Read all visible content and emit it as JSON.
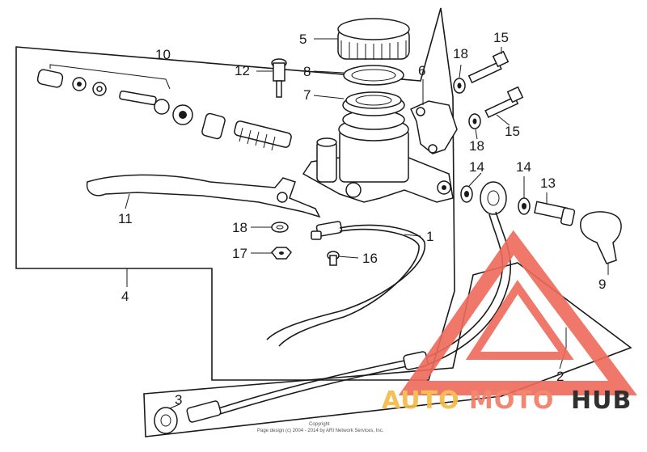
{
  "diagram": {
    "callouts": [
      {
        "id": "c1",
        "label": "1"
      },
      {
        "id": "c2",
        "label": "2"
      },
      {
        "id": "c3",
        "label": "3"
      },
      {
        "id": "c4",
        "label": "4"
      },
      {
        "id": "c5",
        "label": "5"
      },
      {
        "id": "c6",
        "label": "6"
      },
      {
        "id": "c7",
        "label": "7"
      },
      {
        "id": "c8",
        "label": "8"
      },
      {
        "id": "c9",
        "label": "9"
      },
      {
        "id": "c10",
        "label": "10"
      },
      {
        "id": "c11",
        "label": "11"
      },
      {
        "id": "c12",
        "label": "12"
      },
      {
        "id": "c13",
        "label": "13"
      },
      {
        "id": "c14a",
        "label": "14"
      },
      {
        "id": "c14b",
        "label": "14"
      },
      {
        "id": "c15a",
        "label": "15"
      },
      {
        "id": "c15b",
        "label": "15"
      },
      {
        "id": "c16",
        "label": "16"
      },
      {
        "id": "c17",
        "label": "17"
      },
      {
        "id": "c18a",
        "label": "18"
      },
      {
        "id": "c18b",
        "label": "18"
      },
      {
        "id": "c18c",
        "label": "18"
      }
    ],
    "copyright_line1": "Copyright",
    "copyright_line2": "Page design (c) 2004 - 2014 by ARI Network Services, Inc."
  },
  "watermark": {
    "part1": "AUTO",
    "part2": "MOTO",
    "part3": "HUB",
    "colors": {
      "auto": "#f5b942",
      "moto": "#f07a63",
      "hub": "#1a1a1a",
      "triangle": "#ef6a5a"
    }
  }
}
